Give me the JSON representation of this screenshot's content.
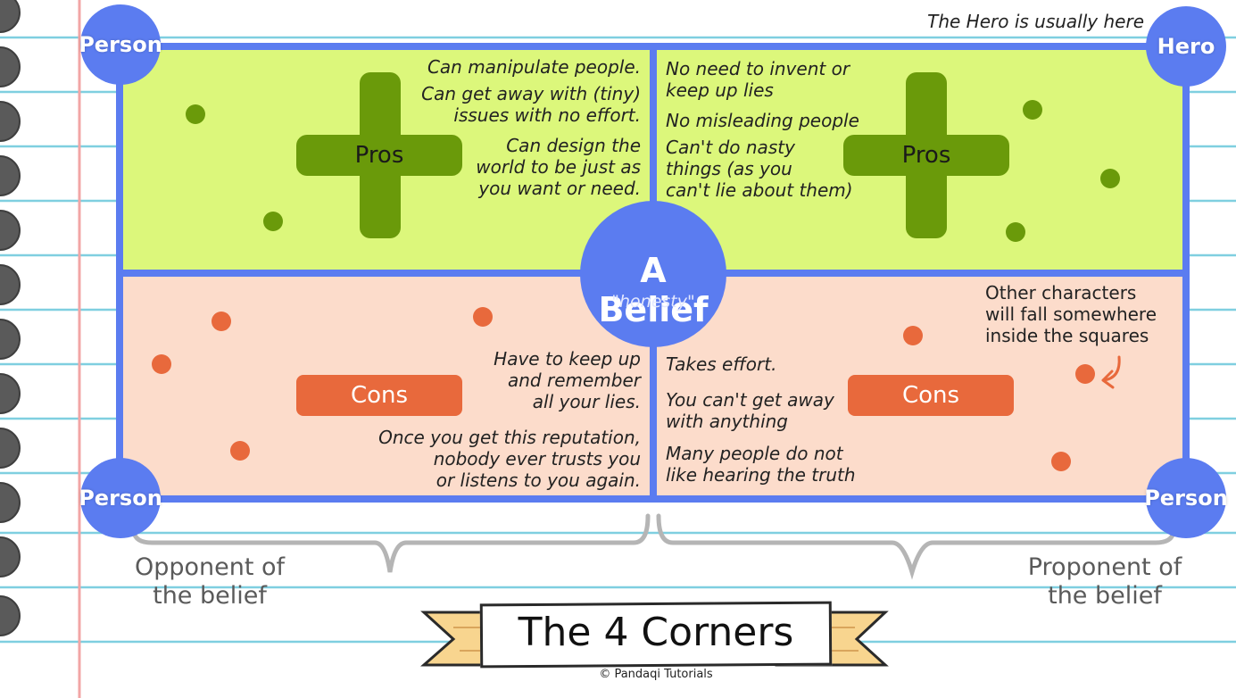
{
  "corners": {
    "top_left": "Person",
    "top_right": "Hero",
    "bottom_left": "Person",
    "bottom_right": "Person"
  },
  "hero_note": "The Hero is usually here",
  "center": {
    "title": "A Belief",
    "subtitle": "\"honesty\""
  },
  "quadrants": {
    "top_left": {
      "label": "Pros",
      "items": [
        "Can manipulate people.",
        "Can get away with (tiny)\nissues with no effort.",
        "Can design the\nworld to be just as\nyou want or need."
      ]
    },
    "top_right": {
      "label": "Pros",
      "items": [
        "No need to invent or\nkeep up lies",
        "No misleading people",
        "Can't do nasty\nthings (as you\ncan't lie about them)"
      ]
    },
    "bottom_left": {
      "label": "Cons",
      "items": [
        "Have to keep up\nand remember\nall your lies.",
        "Once you get this reputation,\nnobody ever trusts you\nor listens to you again."
      ]
    },
    "bottom_right": {
      "label": "Cons",
      "items": [
        "Takes effort.",
        "You can't get away\nwith anything",
        "Many people do not\nlike hearing the truth"
      ]
    }
  },
  "other_note": "Other characters\nwill fall somewhere\ninside the squares",
  "labels": {
    "opponent": "Opponent of\nthe belief",
    "proponent": "Proponent of\nthe belief"
  },
  "banner": {
    "title": "The 4 Corners",
    "credit": "© Pandaqi Tutorials"
  },
  "colors": {
    "frame": "#5b7cf0",
    "pros_bg": "#dcf77b",
    "cons_bg": "#fcdccb",
    "pros_accent": "#6a9a0a",
    "cons_accent": "#e8693c",
    "notebook_line": "#7fcfe0",
    "margin_line": "#f2a6a6"
  }
}
